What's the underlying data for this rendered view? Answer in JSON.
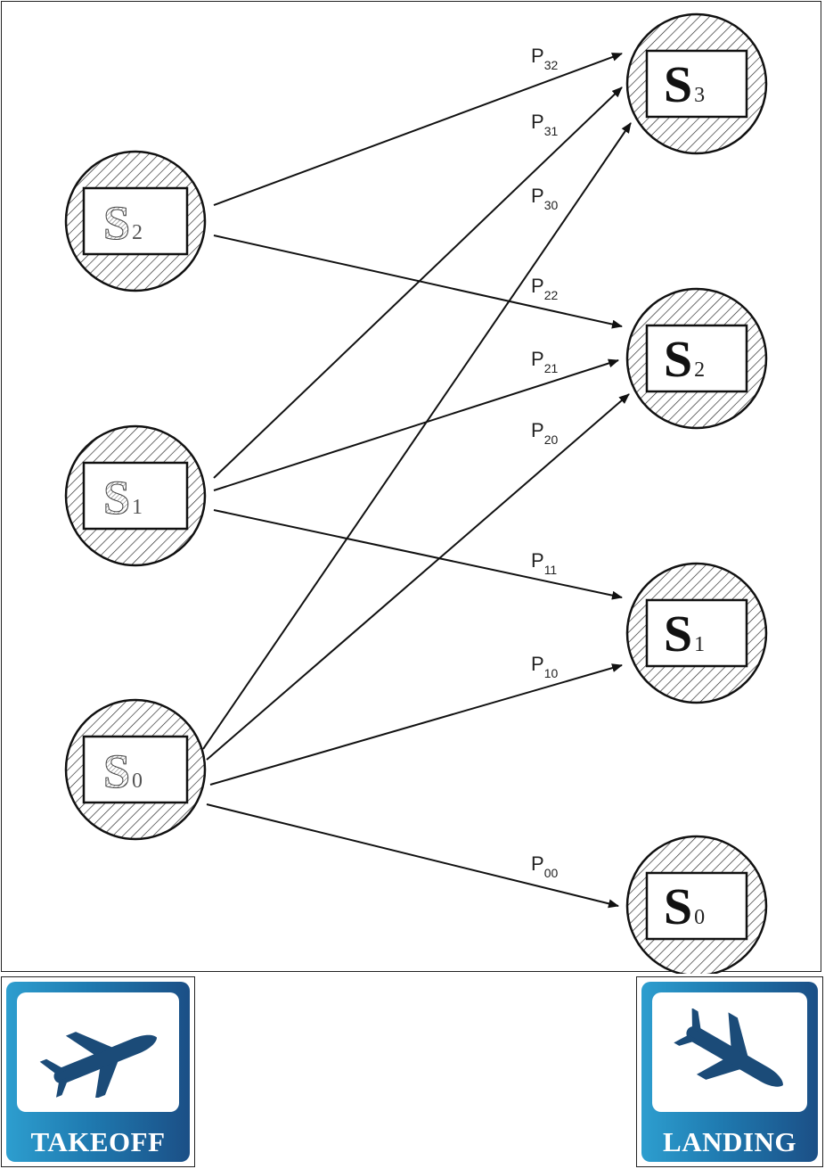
{
  "source_states": [
    {
      "letter": "S",
      "sub": "2"
    },
    {
      "letter": "S",
      "sub": "1"
    },
    {
      "letter": "S",
      "sub": "0"
    }
  ],
  "target_states": [
    {
      "letter": "S",
      "sub": "3"
    },
    {
      "letter": "S",
      "sub": "2"
    },
    {
      "letter": "S",
      "sub": "1"
    },
    {
      "letter": "S",
      "sub": "0"
    }
  ],
  "transitions": [
    {
      "from": 0,
      "to": 0,
      "label": "P",
      "sub": "32"
    },
    {
      "from": 0,
      "to": 1,
      "label": "P",
      "sub": "22"
    },
    {
      "from": 1,
      "to": 0,
      "label": "P",
      "sub": "31"
    },
    {
      "from": 1,
      "to": 1,
      "label": "P",
      "sub": "21"
    },
    {
      "from": 1,
      "to": 2,
      "label": "P",
      "sub": "11"
    },
    {
      "from": 2,
      "to": 0,
      "label": "P",
      "sub": "30"
    },
    {
      "from": 2,
      "to": 1,
      "label": "P",
      "sub": "20"
    },
    {
      "from": 2,
      "to": 2,
      "label": "P",
      "sub": "10"
    },
    {
      "from": 2,
      "to": 3,
      "label": "P",
      "sub": "00"
    }
  ],
  "badges": {
    "takeoff": {
      "label": "TAKEOFF",
      "icon": "airplane-takeoff-icon"
    },
    "landing": {
      "label": "LANDING",
      "icon": "airplane-landing-icon"
    }
  },
  "colors": {
    "badge_gradient_start": "#2d9ecf",
    "badge_gradient_end": "#1b4f86",
    "plane": "#1b4b78"
  }
}
